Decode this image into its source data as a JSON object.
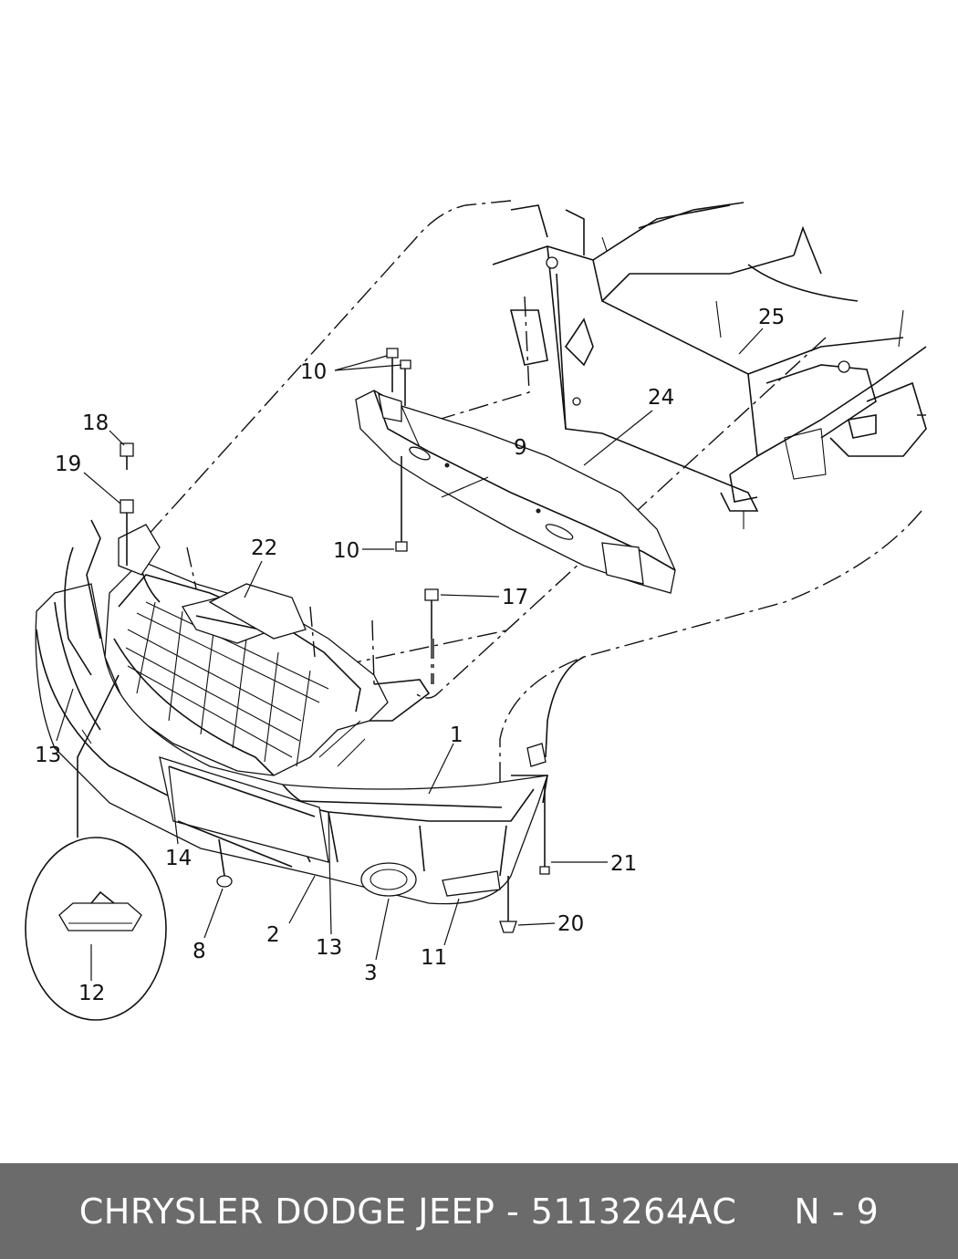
{
  "footer": {
    "text": "CHRYSLER DODGE JEEP - 5113264AC     N - 9"
  },
  "callouts": {
    "c1": "1",
    "c2": "2",
    "c3": "3",
    "c8": "8",
    "c9": "9",
    "c10a": "10",
    "c10b": "10",
    "c11": "11",
    "c12": "12",
    "c13a": "13",
    "c13b": "13",
    "c14": "14",
    "c17": "17",
    "c18": "18",
    "c19": "19",
    "c20": "20",
    "c21": "21",
    "c22": "22",
    "c24": "24",
    "c25": "25"
  }
}
